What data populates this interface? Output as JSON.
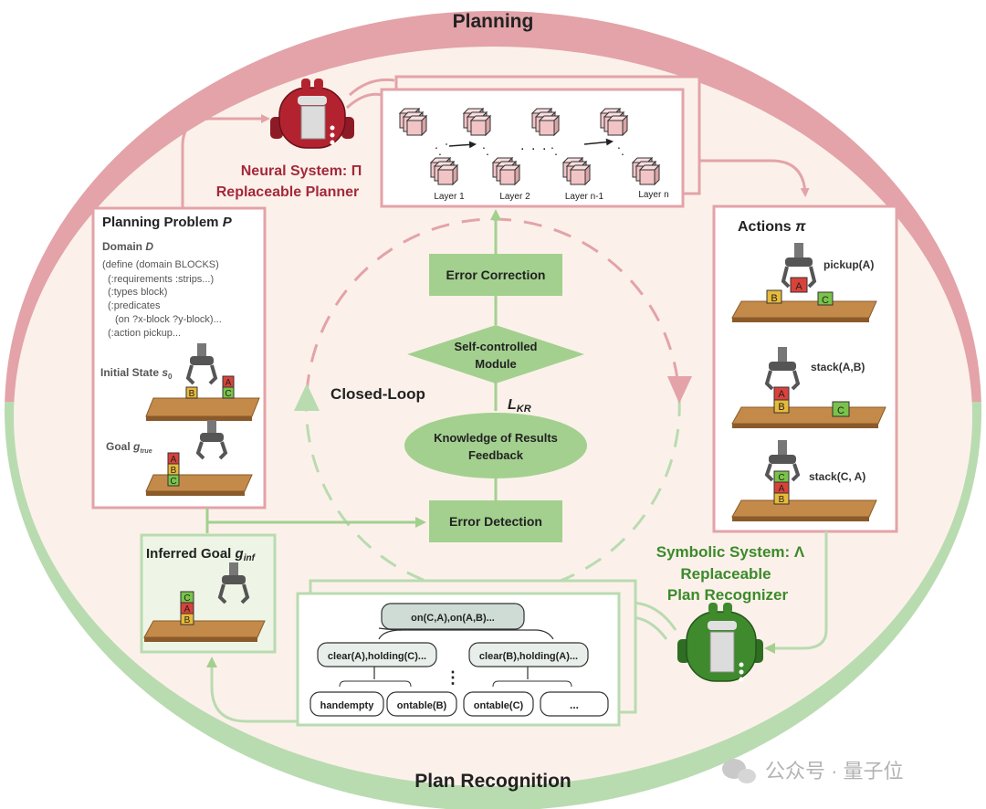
{
  "colors": {
    "planning_red": "#e3a3a8",
    "red_text": "#a5283a",
    "green_ring": "#b9dbb0",
    "green_box": "#a3d08f",
    "green_text": "#3c8a2a",
    "inner_fill": "#fbf1ea",
    "cube": "#f2c4c6"
  },
  "planning": {
    "title": "Planning"
  },
  "plan_recognition": {
    "title": "Plan Recognition"
  },
  "neural_system": {
    "line1": "Neural System: Π",
    "line2": "Replaceable Planner",
    "robot_icon": "red-robot-icon"
  },
  "layers": {
    "labels": [
      "Layer 1",
      "Layer 2",
      "Layer n-1",
      "Layer n"
    ]
  },
  "planning_problem": {
    "title": "Planning Problem",
    "title_symbol": "P",
    "domain_label": "Domain",
    "domain_symbol": "D",
    "code": [
      "(define (domain BLOCKS)",
      "(:requirements :strips...)",
      "(:types block)",
      "(:predicates",
      "(on ?x-block ?y-block)...",
      "(:action pickup..."
    ],
    "initial_state_label": "Initial State",
    "initial_state_symbol": "s",
    "initial_state_sub": "0",
    "goal_label": "Goal",
    "goal_symbol": "g",
    "goal_sub": "true"
  },
  "actions": {
    "title": "Actions",
    "title_symbol": "π",
    "items": [
      "pickup(A)",
      "stack(A,B)",
      "stack(C, A)"
    ]
  },
  "closed_loop": {
    "label": "Closed-Loop",
    "error_correction": "Error Correction",
    "self_controlled": [
      "Self-controlled",
      "Module"
    ],
    "lkr": "L",
    "lkr_sub": "KR",
    "feedback": [
      "Knowledge of Results",
      "Feedback"
    ],
    "error_detection": "Error Detection"
  },
  "inferred_goal": {
    "title": "Inferred Goal",
    "symbol": "g",
    "sub": "inf"
  },
  "symbolic_system": {
    "line1": "Symbolic System: Λ",
    "line2": "Replaceable",
    "line3": "Plan Recognizer",
    "robot_icon": "green-robot-icon"
  },
  "tree": {
    "root": "on(C,A),on(A,B)...",
    "mid": [
      "clear(A),holding(C)...",
      "clear(B),holding(A)..."
    ],
    "dots": "⋮",
    "leaves": [
      "handempty",
      "ontable(B)",
      "ontable(C)",
      "..."
    ]
  },
  "blocks": {
    "a": "A",
    "b": "B",
    "c": "C"
  },
  "watermark": {
    "text": "公众号 · 量子位"
  }
}
